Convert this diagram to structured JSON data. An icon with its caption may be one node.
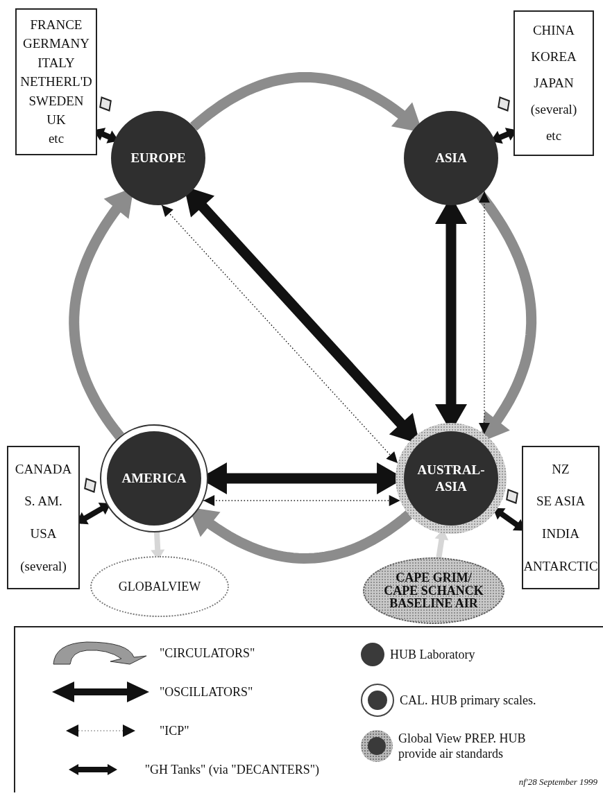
{
  "diagram": {
    "nodes": [
      {
        "text": [
          "FRANCE",
          "GERMANY",
          "ITALY",
          "NETHERL'D",
          "SWEDEN",
          "UK",
          "etc"
        ]
      },
      {
        "text": [
          "EUROPE"
        ]
      },
      {
        "text": [
          "CHINA",
          "KOREA",
          "JAPAN",
          "(several)",
          "etc"
        ]
      },
      {
        "text": [
          "ASIA"
        ]
      },
      {
        "text": [
          "AMERICA"
        ]
      },
      {
        "text": [
          "AUSTRAL-ASIA"
        ]
      },
      {
        "text": [
          "CANADA",
          "S. AM.",
          "USA",
          "(several)"
        ]
      },
      {
        "text": [
          "NZ",
          "SE ASIA",
          "INDIA",
          "ANTARCTIC"
        ]
      },
      {
        "text": [
          "GLOBALVIEW"
        ]
      },
      {
        "text": [
          "CAPE GRIM/ CAPE SCHANCK BASELINE AIR"
        ]
      }
    ],
    "edges": [
      {
        "from": 1,
        "to": 3,
        "arrow": "to",
        "style": "thick",
        "color": "#8c8c8c"
      },
      {
        "from": 3,
        "to": 5,
        "arrow": "to",
        "style": "thick",
        "color": "#8c8c8c"
      },
      {
        "from": 5,
        "to": 4,
        "arrow": "to",
        "style": "thick",
        "color": "#8c8c8c"
      },
      {
        "from": 4,
        "to": 1,
        "arrow": "to",
        "style": "thick",
        "color": "#8c8c8c"
      },
      {
        "from": 1,
        "to": 5,
        "arrow": "both",
        "style": "thick"
      },
      {
        "from": 3,
        "to": 5,
        "arrow": "both",
        "style": "thick"
      },
      {
        "from": 4,
        "to": 5,
        "arrow": "both",
        "style": "thick"
      },
      {
        "from": 1,
        "to": 5,
        "arrow": "both",
        "style": "dashed"
      },
      {
        "from": 3,
        "to": 5,
        "arrow": "both",
        "style": "dashed"
      },
      {
        "from": 4,
        "to": 5,
        "arrow": "both",
        "style": "dashed"
      },
      {
        "from": 0,
        "to": 1,
        "arrow": "both"
      },
      {
        "from": 2,
        "to": 3,
        "arrow": "both"
      },
      {
        "from": 6,
        "to": 4,
        "arrow": "both"
      },
      {
        "from": 7,
        "to": 5,
        "arrow": "both"
      },
      {
        "from": 4,
        "to": 8,
        "arrow": "to",
        "color": "#d6d6d6"
      },
      {
        "from": 9,
        "to": 5,
        "arrow": "to",
        "color": "#d6d6d6"
      }
    ],
    "labels": [
      "nf'28 September 1999"
    ],
    "legend": [
      {
        "text": "\"CIRCULATORS\""
      },
      {
        "text": "\"OSCILLATORS\""
      },
      {
        "text": "\"ICP\""
      },
      {
        "text": "\"GH Tanks\" (via \"DECANTERS\")"
      },
      {
        "text": "HUB Laboratory"
      },
      {
        "text": "CAL. HUB primary scales."
      },
      {
        "text": "Global View PREP. HUB provide air standards"
      }
    ]
  }
}
